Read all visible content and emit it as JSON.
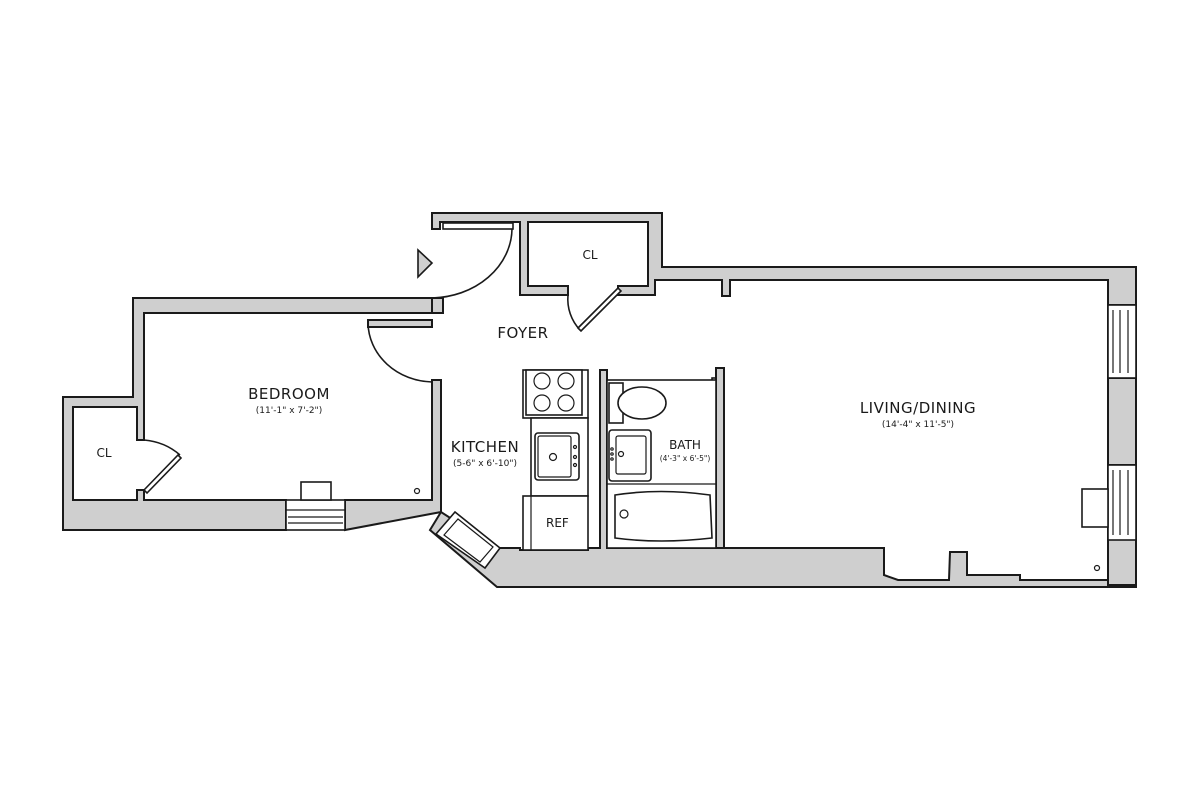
{
  "floorplan": {
    "colors": {
      "wall_fill": "#cfcfcf",
      "line": "#1a1a1a",
      "background": "#ffffff"
    },
    "rooms": {
      "bedroom": {
        "name": "BEDROOM",
        "dims": "(11'-1\" x 7'-2\")"
      },
      "bedroom_closet": {
        "name": "CL"
      },
      "foyer": {
        "name": "FOYER"
      },
      "foyer_closet": {
        "name": "CL"
      },
      "kitchen": {
        "name": "KITCHEN",
        "dims": "(5-6\" x 6'-10\")"
      },
      "bath": {
        "name": "BATH",
        "dims": "(4'-3\" x 6'-5\")"
      },
      "living": {
        "name": "LIVING/DINING",
        "dims": "(14'-4\" x 11'-5\")"
      }
    },
    "fixtures": {
      "refrigerator": "REF"
    },
    "icons": {
      "entry": "entry-arrow-icon"
    }
  }
}
